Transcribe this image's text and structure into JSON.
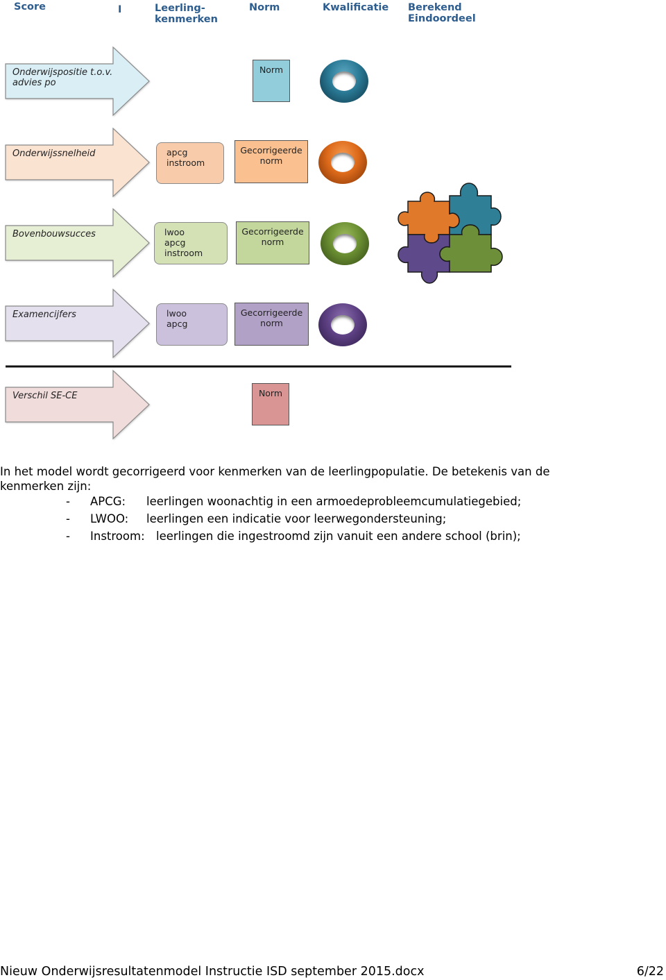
{
  "header": {
    "col_score": "Score",
    "col_bar": "I",
    "col_leerling": "Leerling-\nkenmerken",
    "col_norm": "Norm",
    "col_kwalificatie": "Kwalificatie",
    "col_berekend": "Berekend\nEindoordeel"
  },
  "rows": [
    {
      "arrow": "Onderwijspositie t.o.v.\nadvies po",
      "kenmerken": "",
      "norm": "Norm"
    },
    {
      "arrow": "Onderwijssnelheid",
      "kenmerken": "apcg\ninstroom",
      "norm": "Gecorrigeerde\nnorm"
    },
    {
      "arrow": "Bovenbouwsucces",
      "kenmerken": "lwoo\napcg\ninstroom",
      "norm": "Gecorrigeerde\nnorm"
    },
    {
      "arrow": "Examencijfers",
      "kenmerken": "lwoo\napcg",
      "norm": "Gecorrigeerde\nnorm"
    },
    {
      "arrow": "Verschil SE-CE",
      "kenmerken": "",
      "norm": "Norm"
    }
  ],
  "colors": {
    "header_text": "#2d5d8f",
    "row1": "#d9eef5",
    "row2": "#fbe3d2",
    "row3": "#e6efd4",
    "row4": "#e4e0ee",
    "row5": "#f1dcdc",
    "norm_blue": "#92cddc",
    "norm_orange": "#fac090",
    "norm_green": "#c3d69b",
    "norm_purple": "#b2a1c7",
    "norm_red": "#d99594",
    "box_orange": "#f8ccab",
    "box_green": "#d3e1b5",
    "box_purple": "#cbc1dc",
    "puzzle_orange": "#e07a2a",
    "puzzle_teal": "#2f7f97",
    "puzzle_purple": "#5e4a8a",
    "puzzle_green": "#6e8f3a"
  },
  "icons": {
    "ring_1": "ring-teal-icon",
    "ring_2": "ring-orange-icon",
    "ring_3": "ring-green-icon",
    "ring_4": "ring-purple-icon",
    "puzzle": "puzzle-pieces-icon"
  },
  "text": {
    "intro": "In het model wordt gecorrigeerd voor kenmerken van de leerlingpopulatie. De betekenis van de kenmerken zijn:",
    "items": [
      {
        "dash": "-",
        "term": "APCG:",
        "desc": "leerlingen woonachtig in een armoedeprobleemcumulatiegebied;"
      },
      {
        "dash": "-",
        "term": "LWOO:",
        "desc": "leerlingen een indicatie voor leerwegondersteuning;"
      },
      {
        "dash": "-",
        "term": "Instroom:",
        "desc": "leerlingen die ingestroomd zijn vanuit een andere school (brin);"
      }
    ]
  },
  "footer": {
    "doc_name": "Nieuw Onderwijsresultatenmodel Instructie ISD september 2015.docx",
    "page": "6/22"
  }
}
